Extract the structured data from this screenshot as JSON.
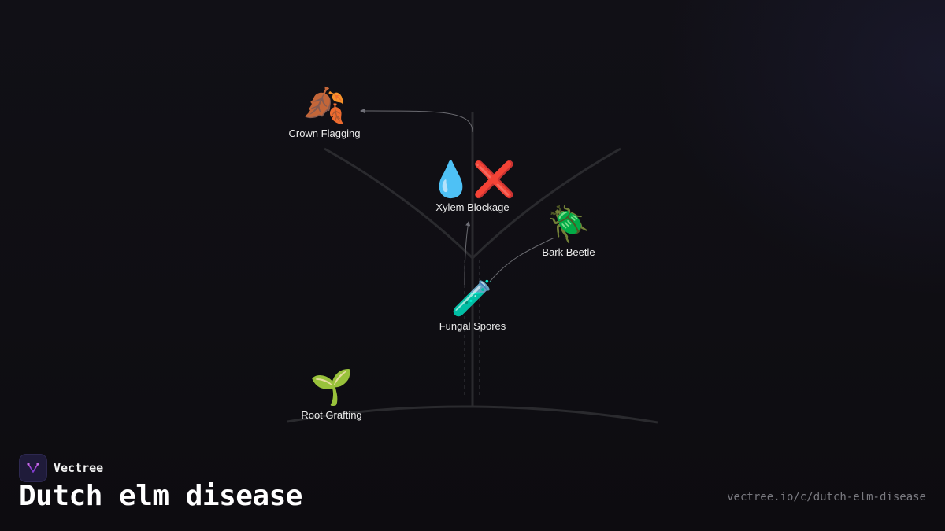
{
  "nodes": [
    {
      "id": "crown-flagging",
      "emoji": "🍂",
      "label": "Crown Flagging"
    },
    {
      "id": "xylem-blockage",
      "emoji": "💧❌",
      "label": "Xylem Blockage"
    },
    {
      "id": "bark-beetle",
      "emoji": "🪲",
      "label": "Bark Beetle"
    },
    {
      "id": "fungal-spores",
      "emoji": "🧪",
      "label": "Fungal Spores"
    },
    {
      "id": "root-grafting",
      "emoji": "🌱",
      "label": "Root Grafting"
    }
  ],
  "brand": {
    "name": "Vectree",
    "logo_color": "#b04ad8"
  },
  "title": "Dutch elm disease",
  "url": "vectree.io/c/dutch-elm-disease",
  "colors": {
    "background": "#0f0e13",
    "branch": "#2a2a2e",
    "arrow": "#6a6a70"
  }
}
